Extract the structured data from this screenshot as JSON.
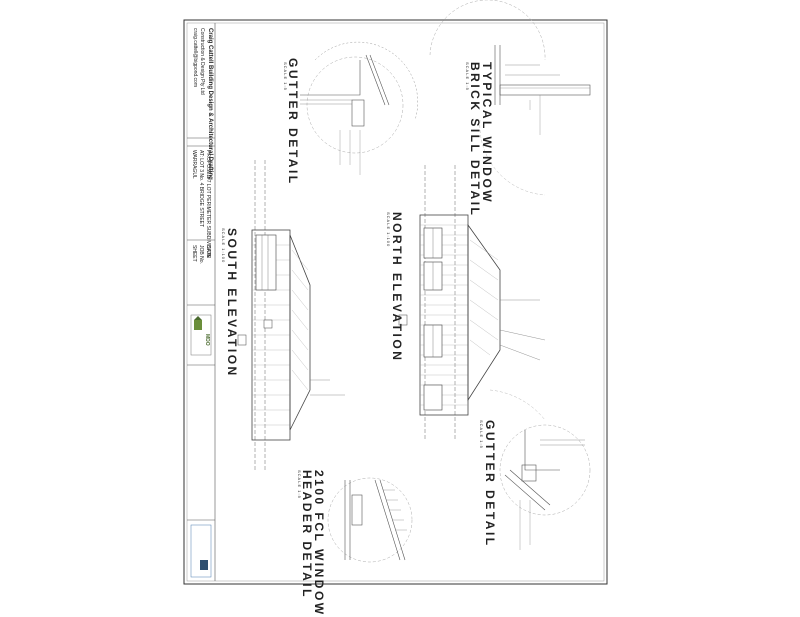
{
  "titles": {
    "gutter_detail_top": "GUTTER DETAIL",
    "gutter_detail_top_scale": "SCALE 1:5",
    "window_sill": "TYPICAL WINDOW",
    "window_sill_2": "BRICK SILL DETAIL",
    "window_sill_scale": "SCALE 1:5",
    "north_elevation": "NORTH ELEVATION",
    "north_scale": "SCALE 1:100",
    "south_elevation": "SOUTH ELEVATION",
    "south_scale": "SCALE 1:100",
    "gutter_detail_bottom": "GUTTER DETAIL",
    "gutter_detail_bottom_scale": "SCALE 1:5",
    "header_detail": "2100 FCL WINDOW",
    "header_detail_2": "HEADER DETAIL",
    "header_detail_scale": "SCALE 1:5"
  },
  "title_block": {
    "firm_line1": "Craig Cattell Building Design & Architectural Drafting",
    "firm_line2": "Construction & Design Pty Ltd",
    "firm_line3": "craig.cattell@bigpond.com",
    "project_line1": "PROPOSED 7 LOT PERIMETER SUBDIVISION",
    "project_line2": "AT: LOT 3 No. 4 BRIDGE STREET",
    "project_line3": "WARRAGUL",
    "date_label": "DATE",
    "job_label": "JOB No.",
    "sheet_label": "SHEET",
    "logo": "MDO"
  },
  "colors": {
    "line": "#555555",
    "hatch": "#777777",
    "logo_green": "#6b8e3a",
    "frame": "#333333"
  }
}
